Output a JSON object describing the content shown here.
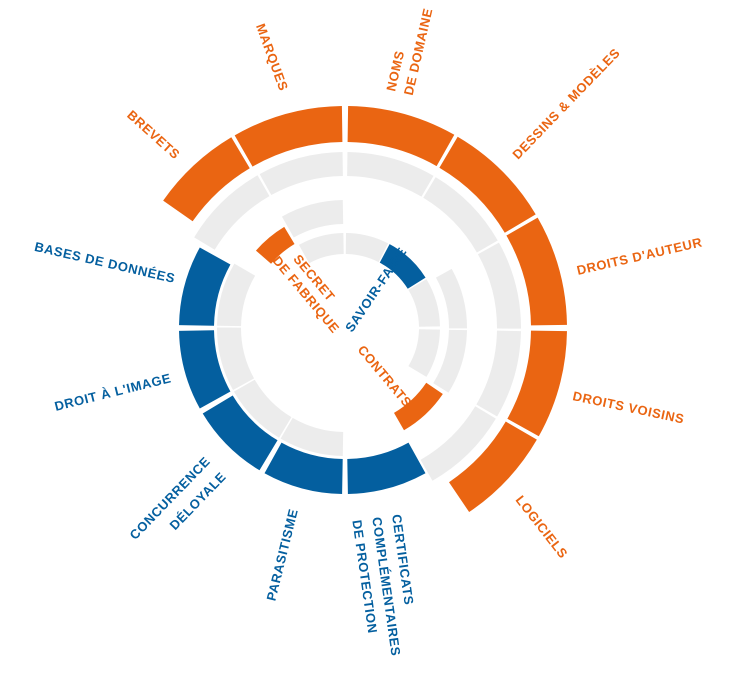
{
  "colors": {
    "orange": "#EA6512",
    "blue": "#045F9F",
    "track": "#ECECEC",
    "background": "#FFFFFF"
  },
  "outer_ring": [
    {
      "id": "noms-de-domaine",
      "lines": [
        "NOMS",
        "DE DOMAINE"
      ],
      "color": "orange"
    },
    {
      "id": "dessins-modeles",
      "lines": [
        "DESSINS & MODÈLES"
      ],
      "color": "orange"
    },
    {
      "id": "droits-auteur",
      "lines": [
        "DROITS D'AUTEUR"
      ],
      "color": "orange"
    },
    {
      "id": "droits-voisins",
      "lines": [
        "DROITS VOISINS"
      ],
      "color": "orange"
    },
    {
      "id": "logiciels",
      "lines": [
        "LOGICIELS"
      ],
      "color": "orange"
    },
    {
      "id": "certificats",
      "lines": [
        "CERTIFICATS",
        "COMPLÉMENTAIRES",
        "DE PROTECTION"
      ],
      "color": "blue"
    },
    {
      "id": "parasitisme",
      "lines": [
        "PARASITISME"
      ],
      "color": "blue"
    },
    {
      "id": "concurrence-deloyale",
      "lines": [
        "CONCURRENCE",
        "DÉLOYALE"
      ],
      "color": "blue"
    },
    {
      "id": "droit-image",
      "lines": [
        "DROIT À L'IMAGE"
      ],
      "color": "blue"
    },
    {
      "id": "bases-donnees",
      "lines": [
        "BASES DE DONNÉES"
      ],
      "color": "blue"
    },
    {
      "id": "brevets",
      "lines": [
        "BREVETS"
      ],
      "color": "orange"
    },
    {
      "id": "marques",
      "lines": [
        "MARQUES"
      ],
      "color": "orange"
    }
  ],
  "inner_ring": [
    {
      "id": "secret-fabrique",
      "lines": [
        "SECRET",
        "DE FABRIQUE"
      ],
      "color": "orange"
    },
    {
      "id": "contrats",
      "lines": [
        "CONTRATS"
      ],
      "color": "orange"
    },
    {
      "id": "savoir-faire",
      "lines": [
        "SAVOIR-FAIRE"
      ],
      "color": "blue"
    }
  ]
}
